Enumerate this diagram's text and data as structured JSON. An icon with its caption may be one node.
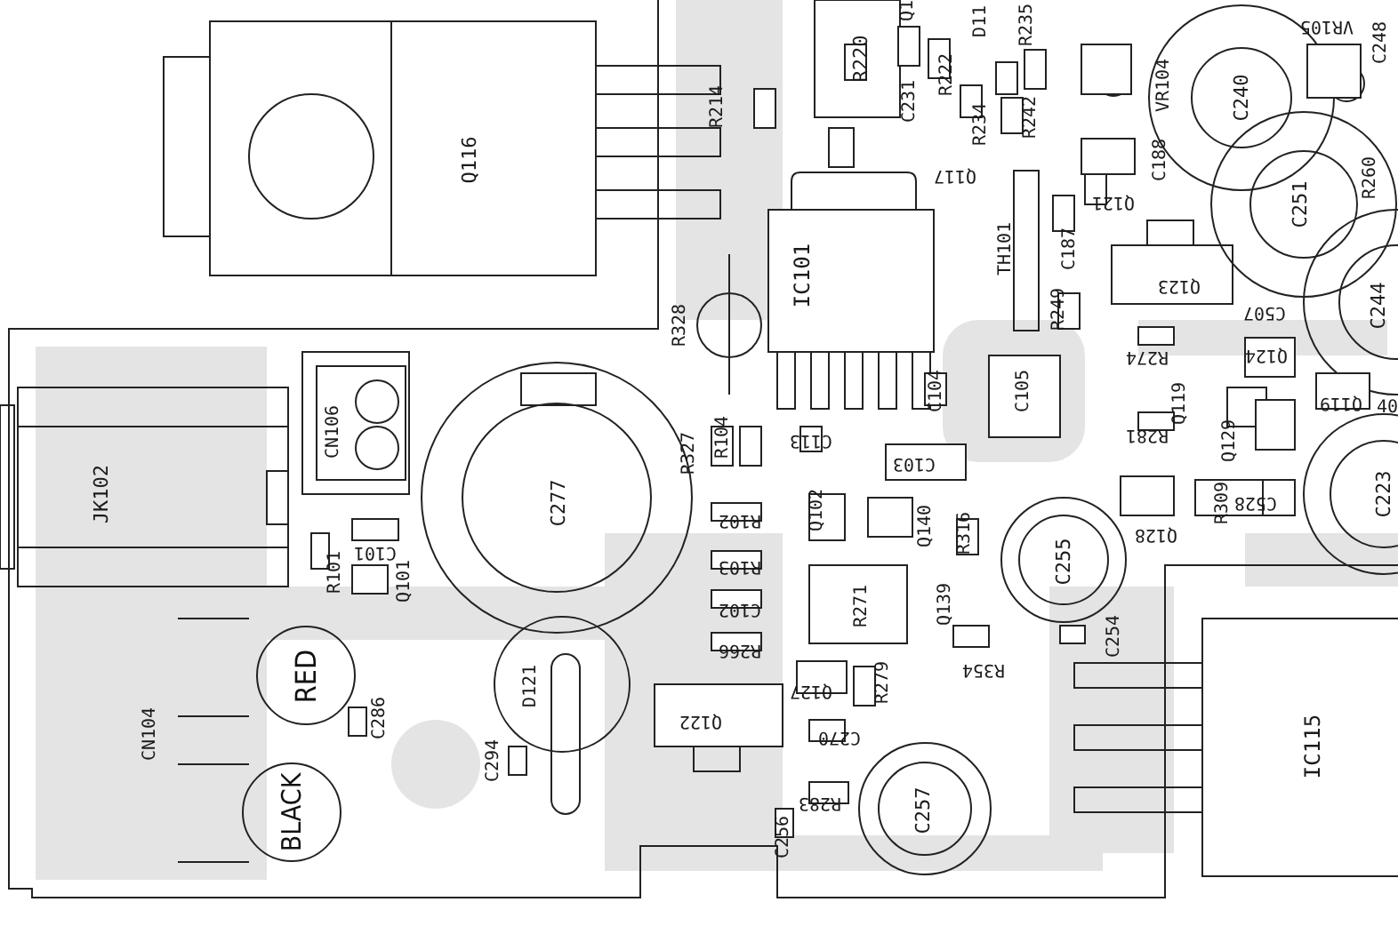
{
  "diagram": {
    "nodes": [
      {
        "text": [
          "RED"
        ]
      },
      {
        "text": [
          "BLACK"
        ]
      }
    ],
    "labels": [
      "Q1",
      "D11",
      "R235",
      "VR105",
      "C248",
      "R214",
      "R220",
      "C231",
      "R222",
      "R234",
      "R242",
      "VR104",
      "C240",
      "Q116",
      "Q117",
      "Q121",
      "C188",
      "C251",
      "R260",
      "R328",
      "IC101",
      "TH101",
      "R249",
      "C187",
      "Q123",
      "C507",
      "C244",
      "C104",
      "C105",
      "R274",
      "Q119",
      "Q124",
      "Q119",
      "40",
      "CN106",
      "R327",
      "R104",
      "C113",
      "C103",
      "R281",
      "Q129",
      "JK102",
      "C277",
      "R102",
      "Q102",
      "Q140",
      "R316",
      "Q128",
      "R309",
      "C528",
      "C223",
      "R101",
      "C101",
      "Q101",
      "R103",
      "C102",
      "R271",
      "Q139",
      "C255",
      "D121",
      "R266",
      "Q127",
      "R279",
      "R354",
      "C254",
      "CN104",
      "C286",
      "C294",
      "Q122",
      "C270",
      "IC115",
      "C256",
      "R283",
      "C257"
    ]
  }
}
